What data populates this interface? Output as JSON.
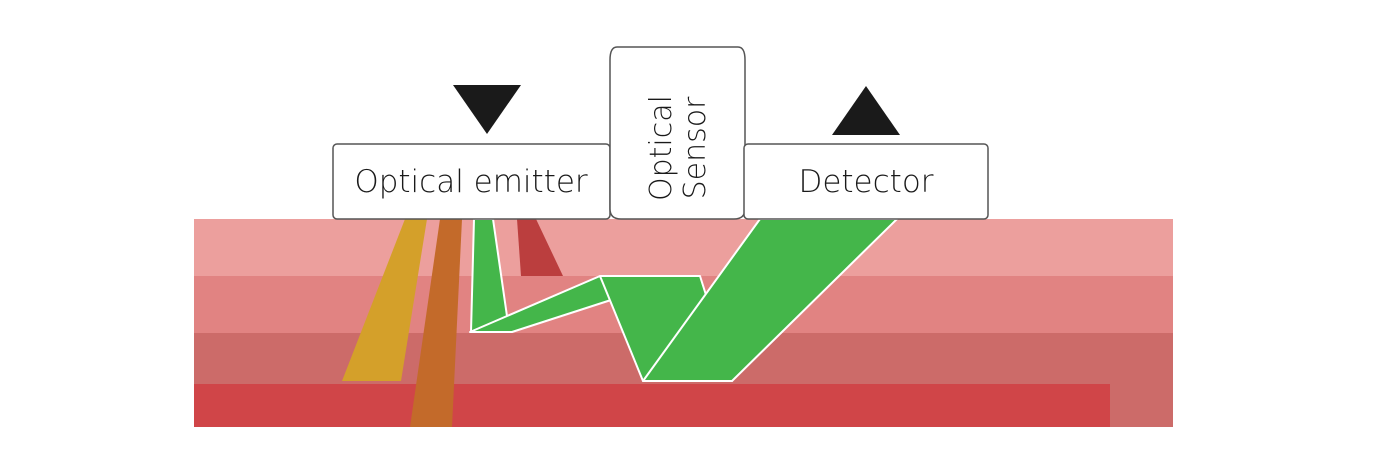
{
  "labels": {
    "emitter": "Optical emitter",
    "sensor_line1": "Optical",
    "sensor_line2": "Sensor",
    "detector": "Detector"
  },
  "colors": {
    "background": "#ffffff",
    "layer_1": "#ec9f9d",
    "layer_2": "#e18382",
    "layer_3": "#cc6b69",
    "layer_4": "#d04548",
    "beam_yellow": "#d4a02a",
    "beam_orange": "#c36a2a",
    "beam_green": "#44b64a",
    "beam_red": "#bb3e3e",
    "box_fill": "#ffffff",
    "box_stroke": "#555555",
    "arrow": "#1a1a1a"
  },
  "icons": {
    "emitter_arrow": "triangle-down-icon",
    "detector_arrow": "triangle-up-icon"
  }
}
